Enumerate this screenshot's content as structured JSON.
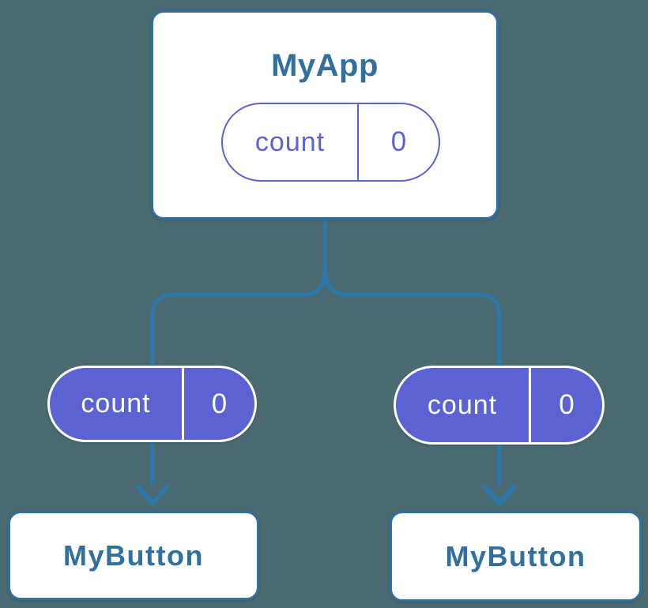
{
  "colors": {
    "background": "#4B6A72",
    "connector": "#2C79AD",
    "card-border": "#2F72A2",
    "card-bg": "#FFFFFF",
    "title-text": "#306F9E",
    "state-purple": "#5B63D3",
    "state-text-on-purple": "#FFFFFF"
  },
  "root_card": {
    "title": "MyApp",
    "state": {
      "name": "count",
      "value": "0"
    }
  },
  "child_cards": [
    {
      "title": "MyButton",
      "state": {
        "name": "count",
        "value": "0"
      }
    },
    {
      "title": "MyButton",
      "state": {
        "name": "count",
        "value": "0"
      }
    }
  ]
}
